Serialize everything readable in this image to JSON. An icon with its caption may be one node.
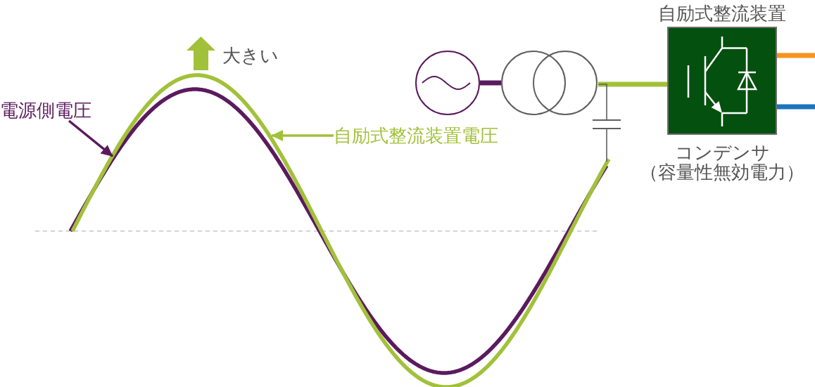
{
  "diagram": {
    "nodes": [
      {
        "text": [
          "電源側電圧"
        ]
      },
      {
        "text": [
          "自励式整流装置電圧"
        ]
      },
      {
        "text": [],
        "shape": "circle"
      },
      {
        "text": [],
        "shape": "circles"
      },
      {
        "text": [],
        "shape": "capacitor"
      },
      {
        "text": [
          "自励式整流装置"
        ],
        "beside": [
          "コンデンサ（容量性無効電力）"
        ]
      }
    ],
    "edges": [
      {
        "from": 0,
        "to": null,
        "arrow": "to",
        "color": "#5b1a5e"
      },
      {
        "from": 1,
        "to": null,
        "arrow": "to",
        "color": "#a2c13a"
      },
      {
        "from": 2,
        "to": 3,
        "arrow": "none",
        "style": "thick",
        "color": "#5b1a5e"
      },
      {
        "from": 3,
        "to": 5,
        "arrow": "none",
        "style": "thick",
        "color": "#a2c13a"
      },
      {
        "from": 3,
        "to": 4,
        "arrow": "none"
      },
      {
        "from": 4,
        "to": null,
        "arrow": "none"
      },
      {
        "from": 5,
        "to": null,
        "arrow": "none",
        "style": "thick",
        "color": "#f7941d"
      },
      {
        "from": 5,
        "to": null,
        "arrow": "none",
        "style": "thick",
        "color": "#1b75bc"
      }
    ],
    "labels": [
      "大きい"
    ]
  }
}
